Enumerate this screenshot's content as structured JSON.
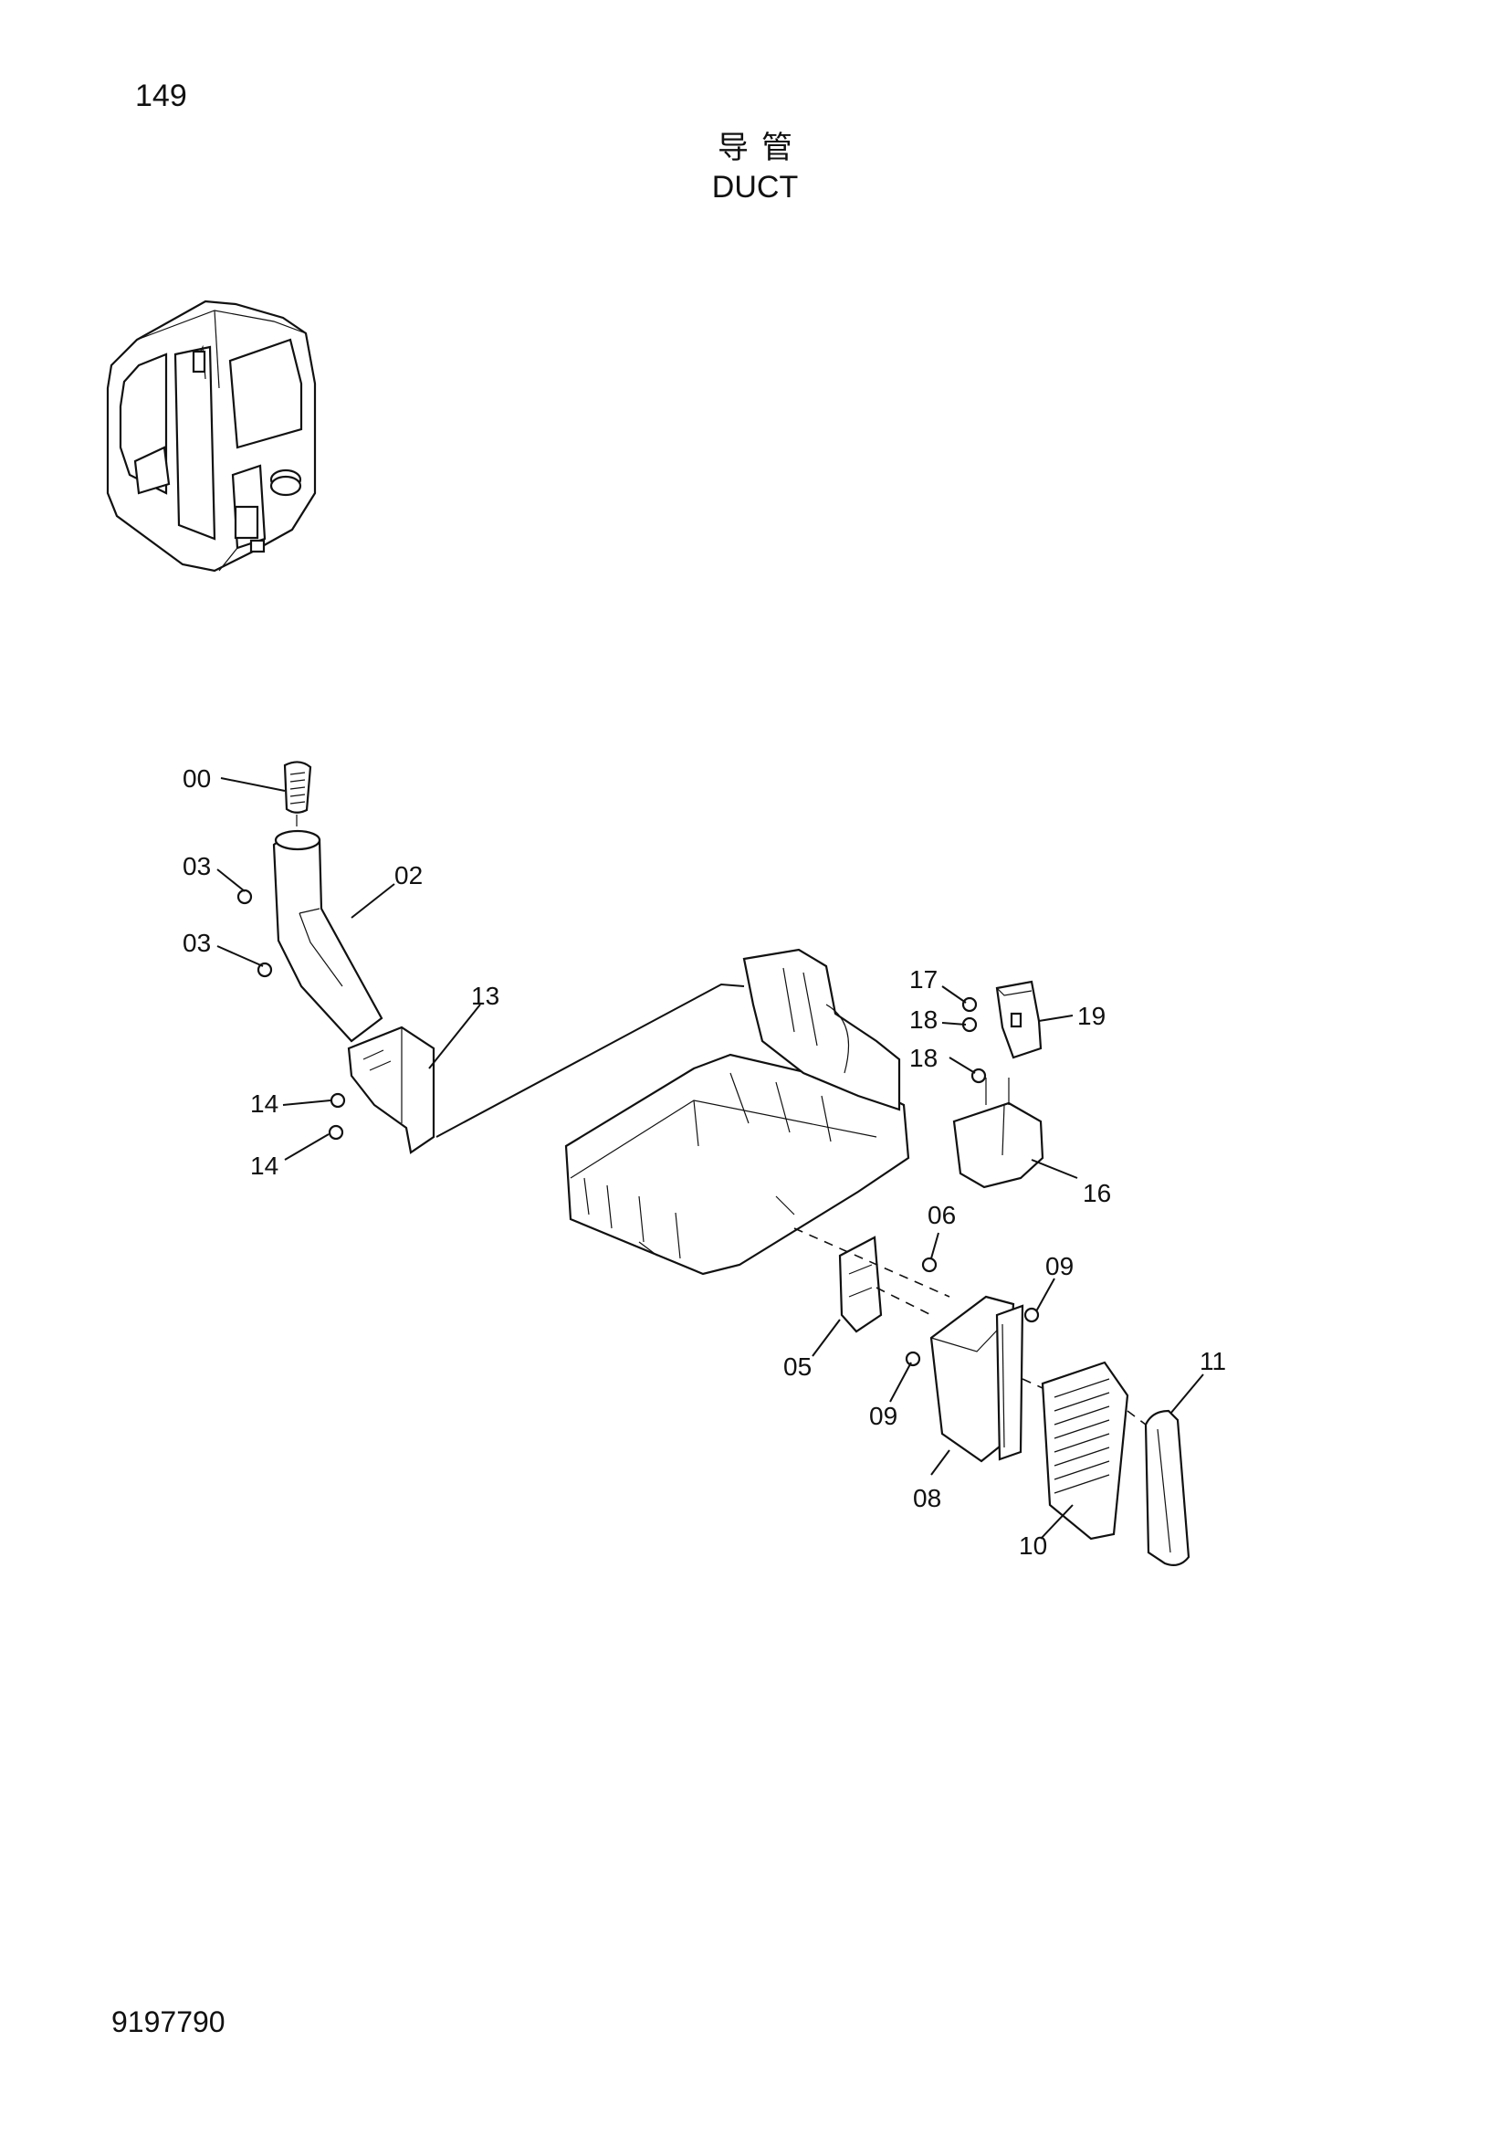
{
  "page_number": "149",
  "title_cn": "导管",
  "title_en": "DUCT",
  "document_code": "9197790",
  "callouts": {
    "c00": "00",
    "c02": "02",
    "c03a": "03",
    "c03b": "03",
    "c05": "05",
    "c06": "06",
    "c08": "08",
    "c09a": "09",
    "c09b": "09",
    "c10": "10",
    "c11": "11",
    "c13": "13",
    "c14a": "14",
    "c14b": "14",
    "c16": "16",
    "c17": "17",
    "c18a": "18",
    "c18b": "18",
    "c19": "19"
  }
}
